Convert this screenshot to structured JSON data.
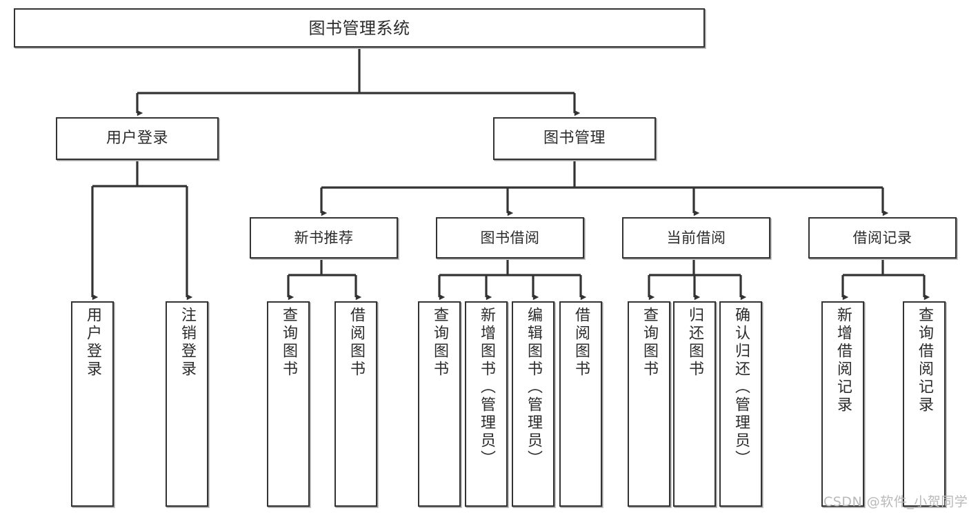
{
  "diagram": {
    "type": "tree",
    "title": "图书管理系统",
    "root": {
      "label": "图书管理系统"
    },
    "level2": [
      {
        "id": "user-login",
        "label": "用户登录"
      },
      {
        "id": "book-management",
        "label": "图书管理"
      }
    ],
    "level3": [
      {
        "id": "new-book-recommend",
        "label": "新书推荐",
        "parent": "book-management"
      },
      {
        "id": "book-borrow",
        "label": "图书借阅",
        "parent": "book-management"
      },
      {
        "id": "current-borrow",
        "label": "当前借阅",
        "parent": "book-management"
      },
      {
        "id": "borrow-record",
        "label": "借阅记录",
        "parent": "book-management"
      }
    ],
    "leaves": [
      {
        "id": "leaf-user-login",
        "label": "用户登录",
        "parent": "user-login"
      },
      {
        "id": "leaf-logout-login",
        "label": "注销登录",
        "parent": "user-login"
      },
      {
        "id": "leaf-query-book-1",
        "label": "查询图书",
        "parent": "new-book-recommend"
      },
      {
        "id": "leaf-borrow-book-1",
        "label": "借阅图书",
        "parent": "new-book-recommend"
      },
      {
        "id": "leaf-query-book-2",
        "label": "查询图书",
        "parent": "book-borrow"
      },
      {
        "id": "leaf-add-book",
        "label": "新增图书（管理员）",
        "parent": "book-borrow"
      },
      {
        "id": "leaf-edit-book",
        "label": "编辑图书（管理员）",
        "parent": "book-borrow"
      },
      {
        "id": "leaf-borrow-book-2",
        "label": "借阅图书",
        "parent": "book-borrow"
      },
      {
        "id": "leaf-query-book-3",
        "label": "查询图书",
        "parent": "current-borrow"
      },
      {
        "id": "leaf-return-book",
        "label": "归还图书",
        "parent": "current-borrow"
      },
      {
        "id": "leaf-confirm-return",
        "label": "确认归还（管理员）",
        "parent": "current-borrow"
      },
      {
        "id": "leaf-add-record",
        "label": "新增借阅记录",
        "parent": "borrow-record"
      },
      {
        "id": "leaf-query-record",
        "label": "查询借阅记录",
        "parent": "borrow-record"
      }
    ]
  },
  "watermark": {
    "text": "CSDN @软件_小贺同学"
  },
  "colors": {
    "box_border": "#333333",
    "box_fill": "#ffffff",
    "connector": "#333333",
    "text": "#2b2b2b",
    "watermark": "#b9b9b9"
  }
}
